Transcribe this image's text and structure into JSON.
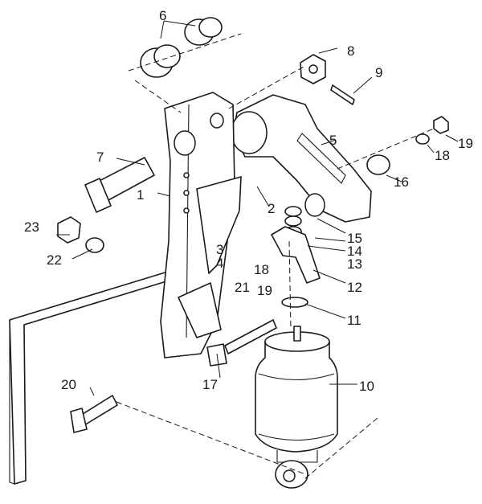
{
  "callouts": [
    "1",
    "2",
    "3",
    "4",
    "5",
    "6",
    "7",
    "8",
    "9",
    "10",
    "11",
    "12",
    "13",
    "14",
    "15",
    "16",
    "17",
    "18",
    "18",
    "19",
    "19",
    "20",
    "21",
    "22",
    "23"
  ]
}
